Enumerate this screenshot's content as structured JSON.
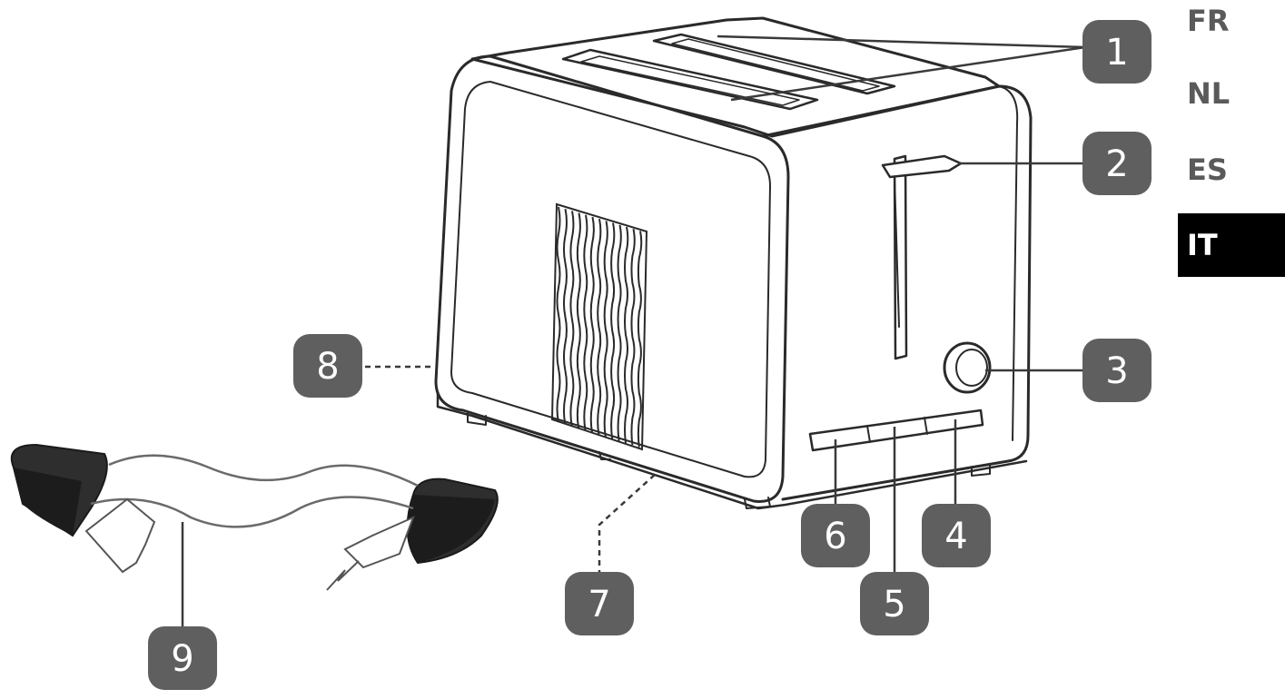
{
  "callouts": [
    {
      "id": "1",
      "label": "1"
    },
    {
      "id": "2",
      "label": "2"
    },
    {
      "id": "3",
      "label": "3"
    },
    {
      "id": "4",
      "label": "4"
    },
    {
      "id": "5",
      "label": "5"
    },
    {
      "id": "6",
      "label": "6"
    },
    {
      "id": "7",
      "label": "7"
    },
    {
      "id": "8",
      "label": "8"
    },
    {
      "id": "9",
      "label": "9"
    }
  ],
  "languages": [
    {
      "code": "FR",
      "active": false
    },
    {
      "code": "NL",
      "active": false
    },
    {
      "code": "ES",
      "active": false
    },
    {
      "code": "IT",
      "active": true
    }
  ],
  "colors": {
    "callout_fill": "#5f5f5f",
    "line": "#3a3a3a",
    "active_tab": "#000000",
    "inactive_tab_text": "#5a5a5a"
  }
}
